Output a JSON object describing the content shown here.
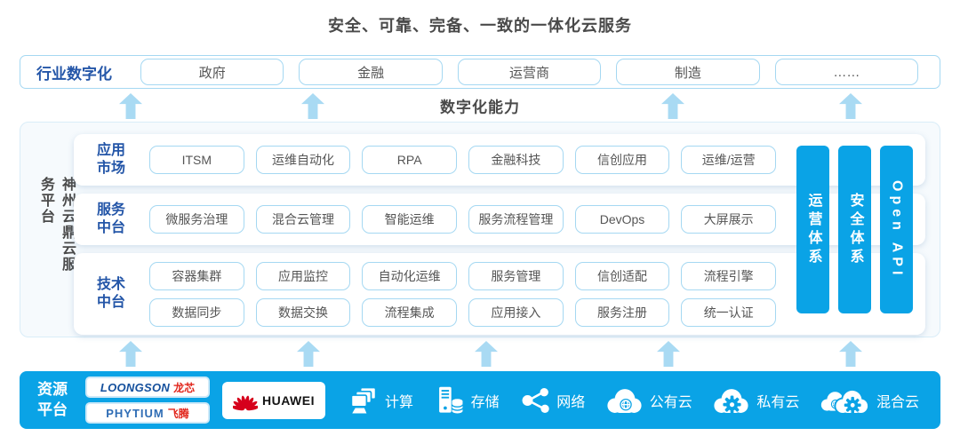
{
  "title": "安全、可靠、完备、一致的一体化云服务",
  "industry": {
    "label": "行业数字化",
    "items": [
      "政府",
      "金融",
      "运营商",
      "制造",
      "……"
    ]
  },
  "capability_label": "数字化能力",
  "platform": {
    "side_label": "神州云鼎云服务平台",
    "rows": [
      {
        "label": "应用市场",
        "item_rows": [
          [
            "ITSM",
            "运维自动化",
            "RPA",
            "金融科技",
            "信创应用",
            "运维/运营"
          ]
        ]
      },
      {
        "label": "服务中台",
        "item_rows": [
          [
            "微服务治理",
            "混合云管理",
            "智能运维",
            "服务流程管理",
            "DevOps",
            "大屏展示"
          ]
        ]
      },
      {
        "label": "技术中台",
        "item_rows": [
          [
            "容器集群",
            "应用监控",
            "自动化运维",
            "服务管理",
            "信创适配",
            "流程引擎"
          ],
          [
            "数据同步",
            "数据交换",
            "流程集成",
            "应用接入",
            "服务注册",
            "统一认证"
          ]
        ]
      }
    ],
    "pillars": [
      "运营体系",
      "安全体系",
      "Open API"
    ]
  },
  "resources": {
    "label": "资源平台",
    "vendors": [
      {
        "en": "LOONGSON",
        "cn": "龙芯"
      },
      {
        "en": "PHYTIUM",
        "cn": "飞腾"
      }
    ],
    "huawei": "HUAWEI",
    "items": [
      {
        "icon": "compute-icon",
        "label": "计算"
      },
      {
        "icon": "storage-icon",
        "label": "存储"
      },
      {
        "icon": "network-icon",
        "label": "网络"
      },
      {
        "icon": "public-cloud-icon",
        "label": "公有云"
      },
      {
        "icon": "private-cloud-icon",
        "label": "私有云"
      },
      {
        "icon": "hybrid-cloud-icon",
        "label": "混合云"
      }
    ]
  },
  "colors": {
    "accent_blue": "#0aa3e6",
    "arrow_blue": "#a9daf3",
    "border_blue": "#a5d8f2",
    "heading_blue": "#2456a8",
    "text_gray": "#4d4d4d",
    "huawei_red": "#d6001c",
    "loongson_blue": "#15509d",
    "phytium_blue": "#2f6db5",
    "logo_red": "#e1251b"
  }
}
